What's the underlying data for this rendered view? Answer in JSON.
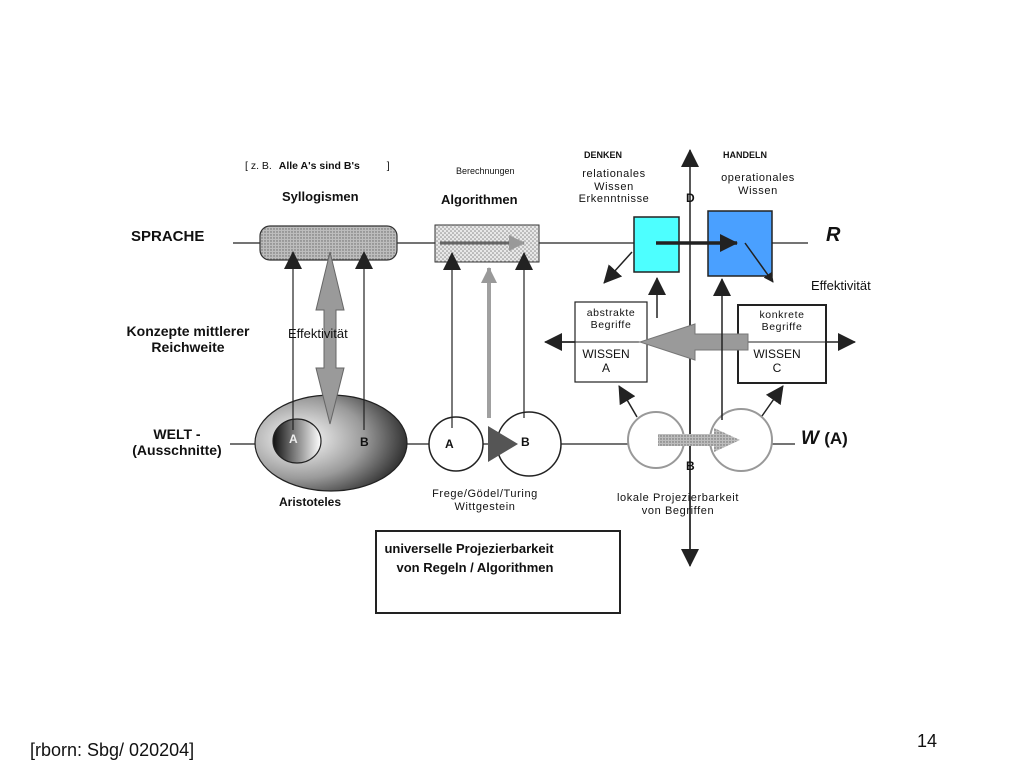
{
  "header": {
    "example_prefix": "[ z. B.",
    "example_text": "Alle A's sind B's",
    "example_suffix": "]",
    "syllogismen": "Syllogismen",
    "berechnungen": "Berechnungen",
    "algorithmen": "Algorithmen",
    "denken": "DENKEN",
    "handeln": "HANDELN",
    "relationales_wissen": [
      "relationales",
      "Wissen",
      "Erkenntnisse"
    ],
    "operationales_wissen": [
      "operationales",
      "Wissen"
    ]
  },
  "rows": {
    "sprache": "SPRACHE",
    "konzepte": [
      "Konzepte mittlerer",
      "Reichweite"
    ],
    "welt": [
      "WELT -",
      "(Ausschnitte)"
    ]
  },
  "labels": {
    "effektivitaet_left": "Effektivität",
    "effektivitaet_right": "Effektivität",
    "axis_r": "R",
    "axis_w": "W",
    "axis_w_suffix": "(A)",
    "axis_d": "D",
    "axis_b": "B",
    "aristoteles_a": "A",
    "aristoteles_b": "B",
    "circle_a": "A",
    "circle_b": "B",
    "aristoteles": "Aristoteles",
    "frege": [
      "Frege/Gödel/Turing",
      "Wittgestein"
    ],
    "lokale": [
      "lokale Projezierbarkeit",
      "von Begriffen"
    ]
  },
  "boxes": {
    "abstrakt": {
      "top": [
        "abstrakte",
        "Begriffe"
      ],
      "bottom": [
        "WISSEN",
        "A"
      ]
    },
    "konkret": {
      "top": [
        "konkrete",
        "Begriffe"
      ],
      "bottom": [
        "WISSEN",
        "C"
      ]
    },
    "universell": [
      "universelle Projezierbarkeit",
      "von Regeln / Algorithmen"
    ]
  },
  "footer": {
    "citation": "[rborn: Sbg/ 020204]",
    "page_number": "14"
  },
  "colors": {
    "cyan": "#4dffff",
    "blue": "#4aa0ff",
    "gray_arrow": "#9a9a9a",
    "dark": "#222222"
  }
}
